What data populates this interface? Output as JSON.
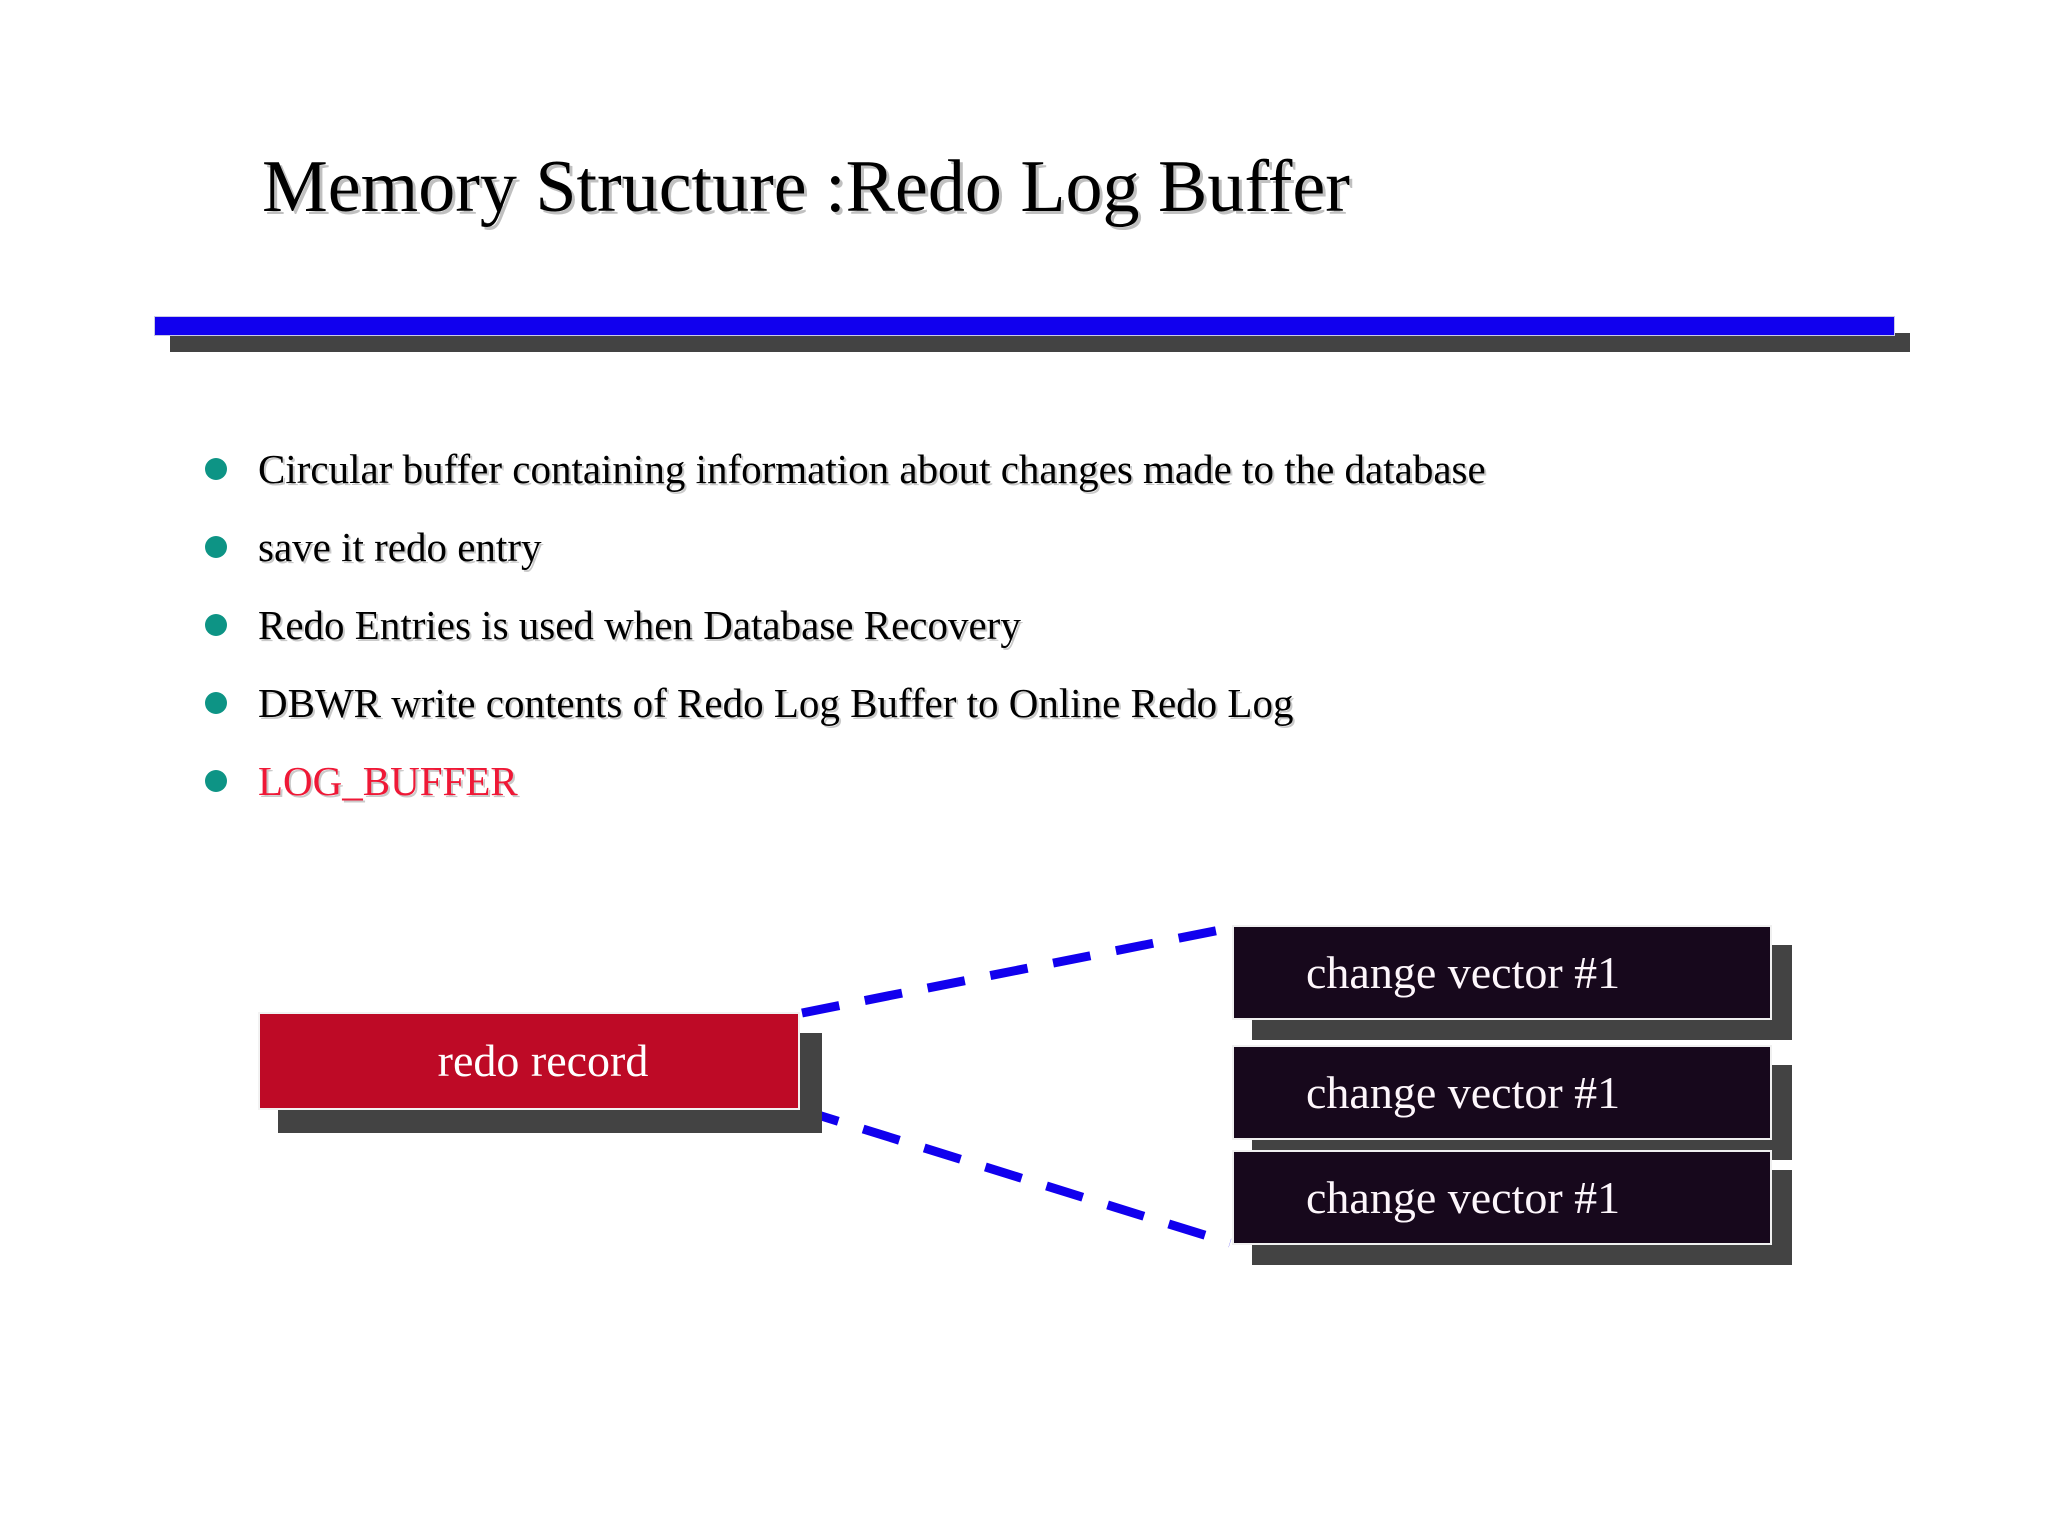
{
  "slide": {
    "title": "Memory Structure :Redo Log Buffer",
    "background_color": "#ffffff"
  },
  "divider": {
    "accent_color": "#1100ee",
    "shadow_color": "#434343"
  },
  "bullets": {
    "marker_color": "#0d9485",
    "items": [
      {
        "text": "Circular buffer containing information about changes made to the database",
        "color": "#000000"
      },
      {
        "text": "save it redo entry",
        "color": "#000000"
      },
      {
        "text": "Redo Entries is used when Database Recovery",
        "color": "#000000"
      },
      {
        "text": "DBWR write contents of Redo Log Buffer to Online Redo Log",
        "color": "#000000"
      },
      {
        "text": "LOG_BUFFER",
        "color": "#ef1836"
      }
    ]
  },
  "diagram": {
    "redo_record": {
      "label": "redo record",
      "fill_color": "#be0a26",
      "text_color": "#ffffff",
      "shadow_color": "#434343"
    },
    "change_vectors": [
      {
        "label": "change  vector #1",
        "fill_color": "#17081c",
        "text_color": "#fdf6fb"
      },
      {
        "label": "change  vector #1",
        "fill_color": "#17081c",
        "text_color": "#fdf6fb"
      },
      {
        "label": "change  vector #1",
        "fill_color": "#17081c",
        "text_color": "#fdf6fb"
      }
    ],
    "connector": {
      "style": "dashed",
      "color": "#1100ee"
    }
  }
}
